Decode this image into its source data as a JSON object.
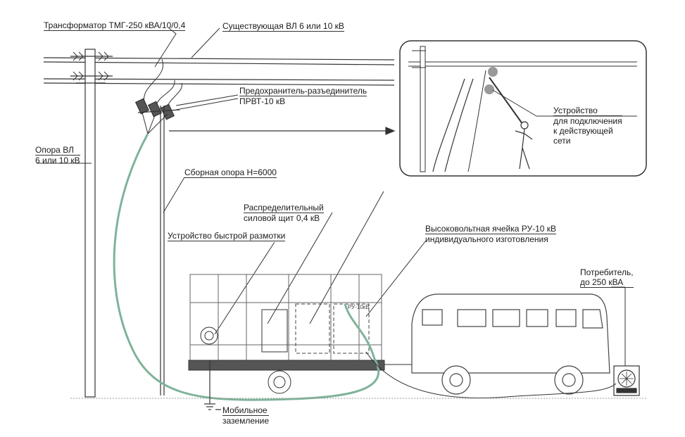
{
  "labels": {
    "transformer": "Трансформатор ТМГ-250 кВА/10/0,4",
    "existing_line": "Существующая ВЛ 6 или 10 кВ",
    "fuse_line1": "Предохранитель-разъединитель",
    "fuse_line2": "ПРВТ-10 кВ",
    "pole_line1": "Опора ВЛ",
    "pole_line2": "6 или 10 кВ",
    "assembled_pole": "Сборная опора Н=6000",
    "switchboard_line1": "Распределительный",
    "switchboard_line2": "силовой щит 0,4 кВ",
    "quick_unwind": "Устройство быстрой размотки",
    "hv_cell_line1": "Высоковольтная ячейка РУ-10 кВ",
    "hv_cell_line2": "индивидуального изготовления",
    "consumer_line1": "Потребитель,",
    "consumer_line2": "до 250 кВА",
    "connect_line1": "Устройство",
    "connect_line2": "для подключения",
    "connect_line3": "к действующей",
    "connect_line4": "сети",
    "ground_line1": "Мобильное",
    "ground_line2": "заземление",
    "cell_tag": "РУ-10кВ"
  },
  "colors": {
    "cable": "#7fb39a",
    "line": "#333333",
    "frame": "#888888"
  }
}
